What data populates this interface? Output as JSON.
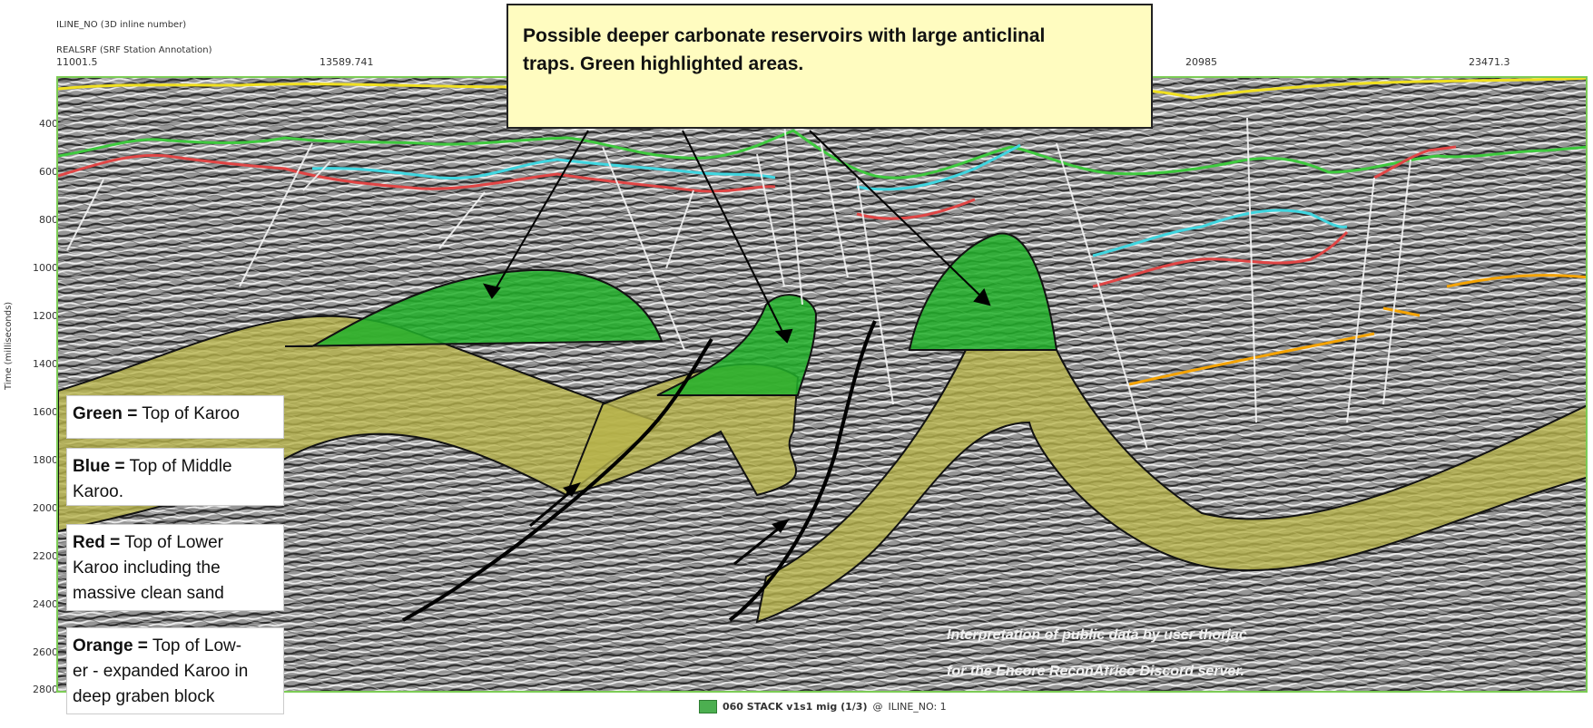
{
  "header": {
    "line1": "ILINE_NO (3D inline number)",
    "line2": "REALSRF (SRF Station Annotation)",
    "trace_labels": [
      "11001.5",
      "13589.741",
      "20985",
      "23471.3"
    ]
  },
  "axis": {
    "ylabel": "Time (milliseconds)",
    "ticks": [
      "400",
      "600",
      "800",
      "1000",
      "1200",
      "1400",
      "1600",
      "1800",
      "2000",
      "2200",
      "2400",
      "2600",
      "2800"
    ]
  },
  "callout": {
    "line1": "Possible deeper carbonate reservoirs with large anticlinal",
    "line2": "traps. Green highlighted areas."
  },
  "legend": [
    {
      "key": "Green =",
      "lines": [
        "Top of Karoo"
      ]
    },
    {
      "key": "Blue =",
      "lines": [
        "Top of Middle",
        "Karoo."
      ]
    },
    {
      "key": "Red =",
      "lines": [
        "Top of Lower",
        "Karoo including the",
        "massive clean sand"
      ]
    },
    {
      "key": "Orange =",
      "lines": [
        "Top of Low-",
        "er - expanded Karoo in",
        "deep graben block"
      ]
    }
  ],
  "credit": {
    "line1": "Interpretation of public data by user thorjac",
    "line2": "for the Encore ReconAfrico Discord server."
  },
  "status": {
    "text": "060 STACK v1s1 mig (1/3)",
    "at": "@",
    "iline": "ILINE_NO: 1"
  },
  "colors": {
    "green_horizon": "#3ec93e",
    "blue_horizon": "#3fd6e0",
    "red_horizon": "#e04545",
    "orange_horizon": "#f5a300",
    "yellow_surface": "#f0e020",
    "green_fill": "#22b02a",
    "olive_fill": "#b9b54a"
  }
}
